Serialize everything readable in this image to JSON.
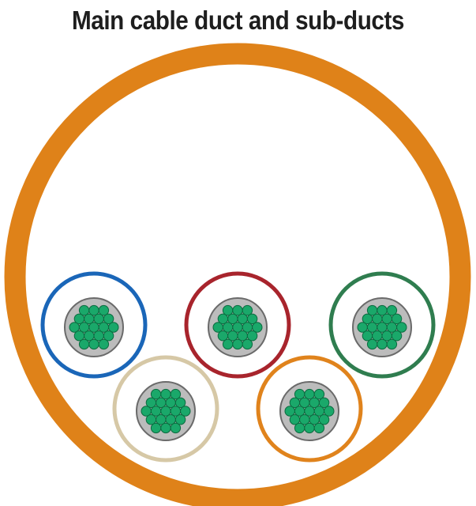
{
  "title": "Main cable duct and sub-ducts",
  "colors": {
    "main_duct": "#df8219",
    "cable_fill": "#bcbcbc",
    "cable_border": "#6a6a6a",
    "fiber_fill": "#1aa86a",
    "fiber_border": "#0c6a3f"
  },
  "sub_ducts": [
    {
      "name": "sub-duct-blue",
      "color": "#1a66b8"
    },
    {
      "name": "sub-duct-red",
      "color": "#a8242c"
    },
    {
      "name": "sub-duct-green",
      "color": "#2f7d4f"
    },
    {
      "name": "sub-duct-tan",
      "color": "#d6c8a6"
    },
    {
      "name": "sub-duct-orange",
      "color": "#e0831c"
    }
  ]
}
